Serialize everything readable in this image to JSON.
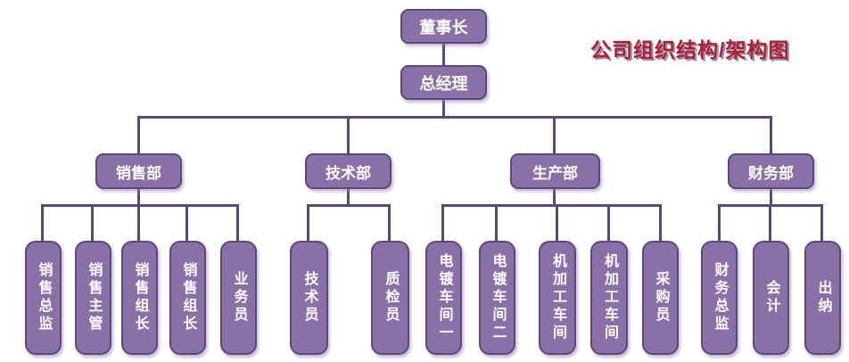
{
  "title": "公司组织结构/架构图",
  "colors": {
    "node_fill": "#8971A8",
    "node_border": "#5C4879",
    "connector": "#5C4879",
    "node_text": "#FFFFFF",
    "title_text": "#B02030"
  },
  "root": {
    "label": "董事长"
  },
  "gm": {
    "label": "总经理"
  },
  "departments": [
    {
      "label": "销售部",
      "children": [
        {
          "label": "销售总监"
        },
        {
          "label": "销售主管"
        },
        {
          "label": "销售组长"
        },
        {
          "label": "销售组长"
        },
        {
          "label": "业务员"
        }
      ]
    },
    {
      "label": "技术部",
      "children": [
        {
          "label": "技术员"
        },
        {
          "label": "质检员"
        }
      ]
    },
    {
      "label": "生产部",
      "children": [
        {
          "label": "电镀车间一"
        },
        {
          "label": "电镀车间二"
        },
        {
          "label": "机加工车间"
        },
        {
          "label": "机加工车间"
        },
        {
          "label": "采购员"
        }
      ]
    },
    {
      "label": "财务部",
      "children": [
        {
          "label": "财务总监"
        },
        {
          "label": "会计"
        },
        {
          "label": "出纳"
        }
      ]
    }
  ]
}
